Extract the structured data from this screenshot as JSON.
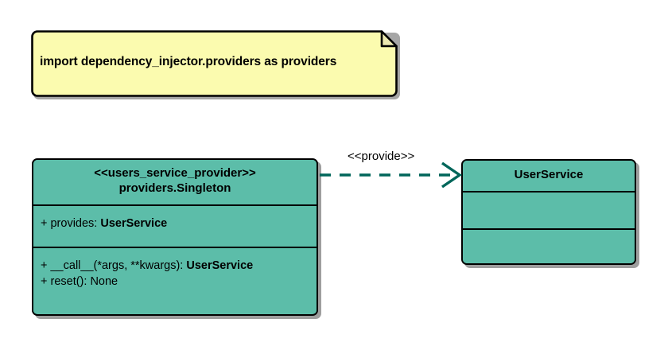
{
  "diagram": {
    "title": "UML class diagram of users_service_provider",
    "background_color": "#ffffff",
    "class_fill_color": "#5cbda9",
    "note_fill_color": "#fbfbaf",
    "border_color": "#000000",
    "connector_color": "#00665a"
  },
  "note": {
    "name": "import-note",
    "text": "import dependency_injector.providers as providers",
    "folded_corner": true
  },
  "provider_class": {
    "stereotype": "<<users_service_provider>>",
    "name": "providers.Singleton",
    "attributes": [
      {
        "visibility": "+",
        "label": "+ provides: ",
        "type": "UserService"
      }
    ],
    "operations": [
      {
        "visibility": "+",
        "label": "+ __call__(*args, **kwargs): ",
        "type": "UserService"
      },
      {
        "visibility": "+",
        "label": "+ reset(): None",
        "type": ""
      }
    ]
  },
  "service_class": {
    "name": "UserService",
    "attributes": [],
    "operations": []
  },
  "connector": {
    "label": "<<provide>>",
    "style": "dashed",
    "arrowhead": "open",
    "from": "provider_class",
    "to": "service_class"
  }
}
